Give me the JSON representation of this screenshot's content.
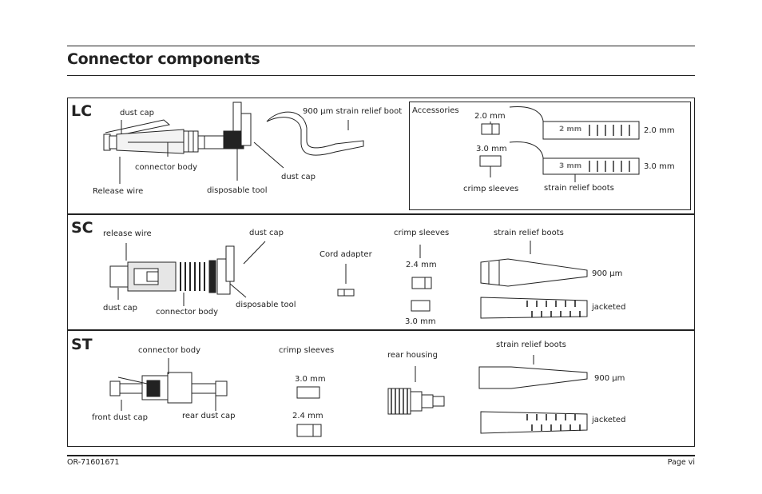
{
  "title": "Connector components",
  "sections": {
    "lc": {
      "label": "LC",
      "dust_cap": "dust cap",
      "connector_body": "connector body",
      "release_wire": "Release wire",
      "disposable_tool": "disposable tool",
      "dust_cap_2": "dust cap",
      "boot_900": "900 µm strain relief boot",
      "accessories": {
        "title": "Accessories",
        "sleeve_20": "2.0 mm",
        "sleeve_30": "3.0 mm",
        "crimp_sleeves": "crimp sleeves",
        "boot_20": "2.0 mm",
        "boot_30": "3.0 mm",
        "boot_20_mark": "2 mm",
        "boot_30_mark": "3 mm",
        "strain_relief_boots": "strain relief boots"
      }
    },
    "sc": {
      "label": "SC",
      "release_wire": "release wire",
      "dust_cap_top": "dust cap",
      "dust_cap_bottom": "dust cap",
      "connector_body": "connector body",
      "disposable_tool": "disposable tool",
      "cord_adapter": "Cord adapter",
      "crimp_sleeves": "crimp sleeves",
      "sleeve_24": "2.4 mm",
      "sleeve_30": "3.0 mm",
      "strain_relief_boots": "strain relief boots",
      "boot_900": "900 µm",
      "boot_jacketed": "jacketed"
    },
    "st": {
      "label": "ST",
      "connector_body": "connector body",
      "front_dust_cap": "front dust cap",
      "rear_dust_cap": "rear dust cap",
      "crimp_sleeves": "crimp sleeves",
      "sleeve_30": "3.0 mm",
      "sleeve_24": "2.4 mm",
      "rear_housing": "rear housing",
      "strain_relief_boots": "strain relief boots",
      "boot_900": "900 µm",
      "boot_jacketed": "jacketed"
    }
  },
  "footer": {
    "doc_number": "OR-71601671",
    "page": "Page vi"
  }
}
